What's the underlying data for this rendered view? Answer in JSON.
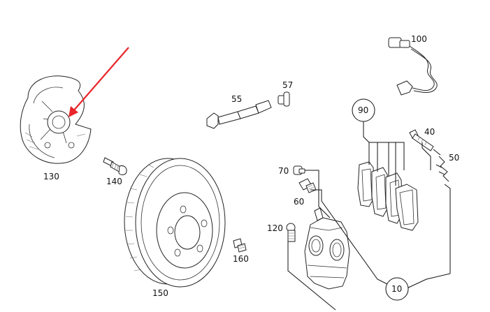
{
  "diagram": {
    "labels": {
      "p10": "10",
      "p40": "40",
      "p50": "50",
      "p55": "55",
      "p57": "57",
      "p60": "60",
      "p70": "70",
      "p90": "90",
      "p100": "100",
      "p120": "120",
      "p130": "130",
      "p140": "140",
      "p150": "150",
      "p160": "160"
    },
    "colors": {
      "pointer_arrow": "#e8252a",
      "line": "#222222",
      "background": "#ffffff"
    }
  }
}
